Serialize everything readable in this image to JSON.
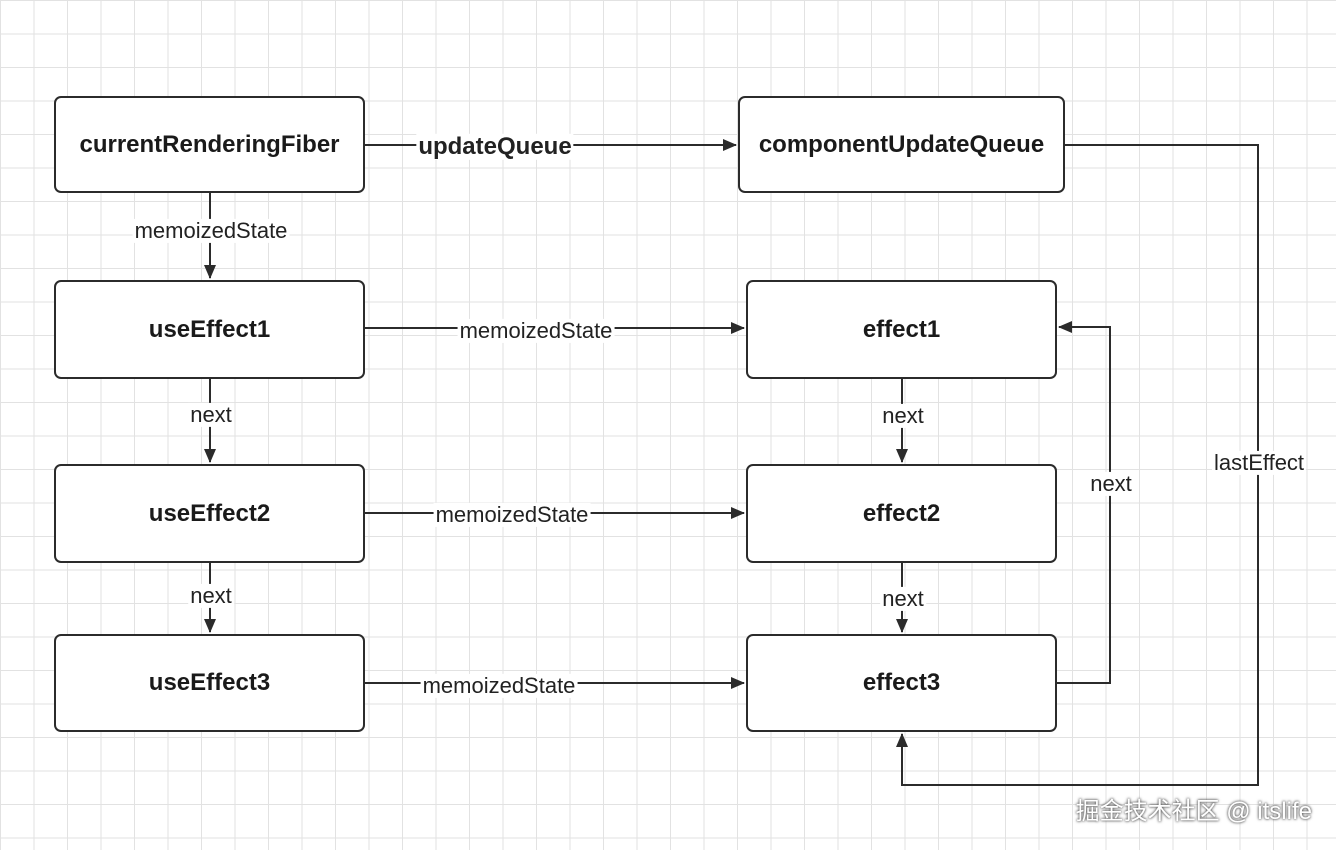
{
  "nodes": {
    "current_rendering_fiber": "currentRenderingFiber",
    "component_update_queue": "componentUpdateQueue",
    "use_effect_1": "useEffect1",
    "use_effect_2": "useEffect2",
    "use_effect_3": "useEffect3",
    "effect_1": "effect1",
    "effect_2": "effect2",
    "effect_3": "effect3"
  },
  "edges": {
    "update_queue": "updateQueue",
    "memoized_state": "memoizedState",
    "next": "next",
    "last_effect": "lastEffect"
  },
  "watermark": "掘金技术社区 @ itslife",
  "colors": {
    "line": "#2b2b2b",
    "grid": "#e2e2e2"
  }
}
